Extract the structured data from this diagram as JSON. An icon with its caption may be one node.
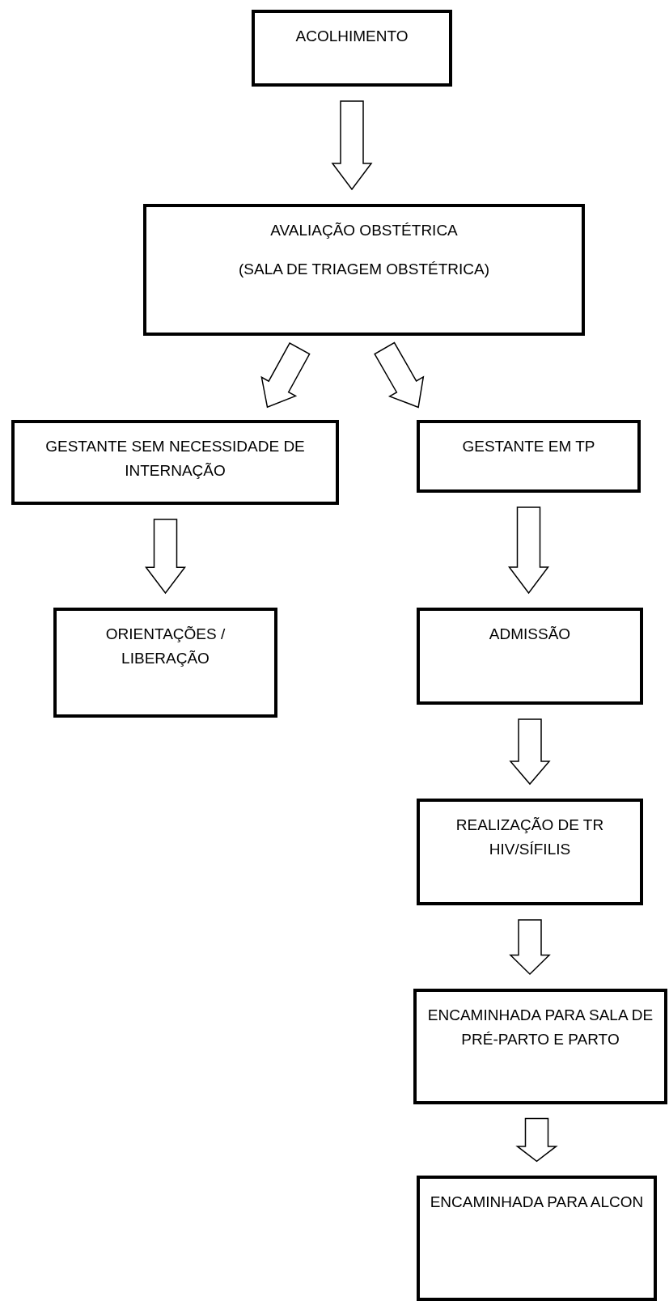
{
  "diagram": {
    "nodes": [
      {
        "text": [
          "ACOLHIMENTO"
        ]
      },
      {
        "text": [
          "AVALIAÇÃO OBSTÉTRICA",
          "(SALA DE TRIAGEM OBSTÉTRICA)"
        ]
      },
      {
        "text": [
          "GESTANTE SEM NECESSIDADE DE INTERNAÇÃO"
        ]
      },
      {
        "text": [
          "GESTANTE EM TP"
        ]
      },
      {
        "text": [
          "ORIENTAÇÕES / LIBERAÇÃO"
        ]
      },
      {
        "text": [
          "ADMISSÃO"
        ]
      },
      {
        "text": [
          "REALIZAÇÃO DE TR HIV/SÍFILIS"
        ]
      },
      {
        "text": [
          "ENCAMINHADA PARA SALA DE PRÉ-PARTO E PARTO"
        ]
      },
      {
        "text": [
          "ENCAMINHADA PARA ALCON"
        ]
      }
    ],
    "edges": [
      {
        "from": 0,
        "to": 1,
        "arrow": "to"
      },
      {
        "from": 1,
        "to": 2,
        "arrow": "to"
      },
      {
        "from": 1,
        "to": 3,
        "arrow": "to"
      },
      {
        "from": 2,
        "to": 4,
        "arrow": "to"
      },
      {
        "from": 3,
        "to": 5,
        "arrow": "to"
      },
      {
        "from": 5,
        "to": 6,
        "arrow": "to"
      },
      {
        "from": 6,
        "to": 7,
        "arrow": "to"
      },
      {
        "from": 7,
        "to": 8,
        "arrow": "to"
      }
    ]
  }
}
